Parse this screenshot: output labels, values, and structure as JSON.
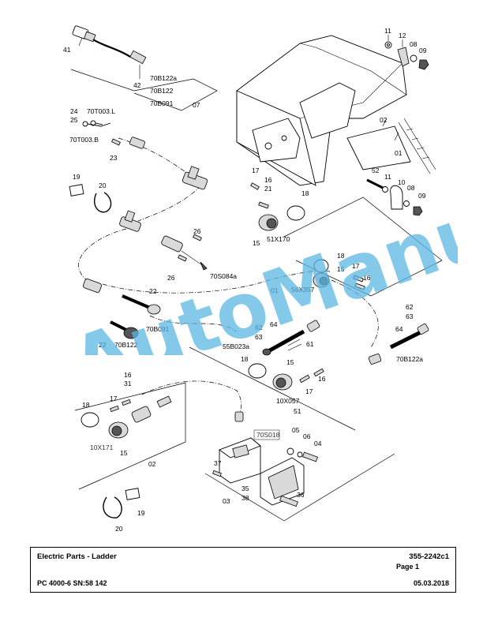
{
  "callouts": {
    "c41": "41",
    "c42": "42",
    "l70b122a_top": "70B122a",
    "l70b122_top": "70B122",
    "l70b091_top": "70B091",
    "c07": "07",
    "c11a": "11",
    "c12": "12",
    "c08a": "08",
    "c09a": "09",
    "c24": "24",
    "c25": "25",
    "l70t003l": "70T003.L",
    "l70t003b": "70T003.B",
    "c23": "23",
    "c19a": "19",
    "c20a": "20",
    "c02a": "02",
    "c01a": "01",
    "c52": "52",
    "c11b": "11",
    "c10": "10",
    "c08b": "08",
    "c09b": "09",
    "c17a": "17",
    "c16a": "16",
    "c21": "21",
    "c18a": "18",
    "c15a": "15",
    "l51x170": "51X170",
    "c26a": "26",
    "c26b": "26",
    "l70s084a": "70S084a",
    "c18b": "18",
    "c15b": "15",
    "c17b": "17",
    "c16b": "16",
    "l56x357": "56X357",
    "c01b": "01",
    "c22a": "22",
    "c22b": "22",
    "l70b091_mid": "70B091",
    "l70b122_mid": "70B122",
    "c62a": "62",
    "c63a": "63",
    "c64a": "64",
    "c61": "61",
    "l55b023a": "55B023a",
    "c62b": "62",
    "c63b": "63",
    "c64b": "64",
    "l70b122a_right": "70B122a",
    "c18c": "18",
    "c15c": "15",
    "c17c": "17",
    "c16c": "16",
    "l10x057": "10X057",
    "c51": "51",
    "c16d": "16",
    "c31": "31",
    "c17d": "17",
    "c18d": "18",
    "l10x171": "10X171",
    "c15d": "15",
    "c02b": "02",
    "l70s018": "70S018",
    "c05": "05",
    "c06": "06",
    "c04": "04",
    "c37": "37",
    "c35": "35",
    "c38": "38",
    "c03": "03",
    "c36": "36",
    "c20b": "20",
    "c19b": "19"
  },
  "watermark": "AutoManual",
  "title_block": {
    "title": "Electric Parts - Ladder",
    "doc_number": "355-2242c1",
    "page": "Page 1",
    "model": "PC 4000-6 SN:58 142",
    "date": "05.03.2018"
  }
}
